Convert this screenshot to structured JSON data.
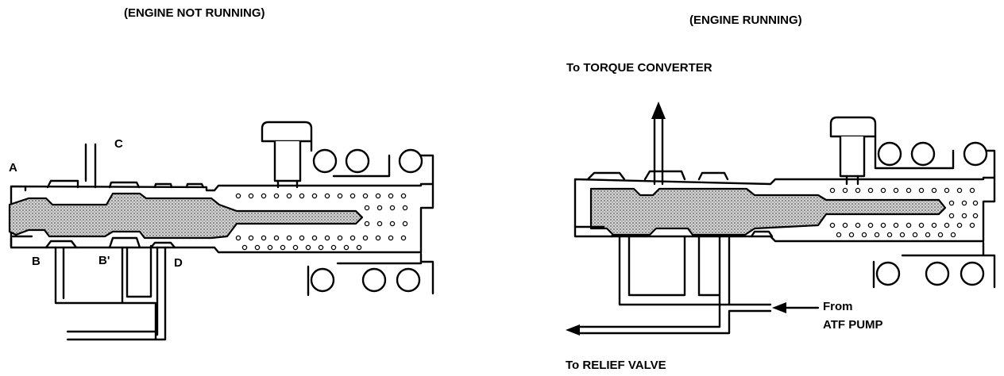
{
  "left": {
    "title": "(ENGINE NOT RUNNING)",
    "ports": {
      "a": "A",
      "b": "B",
      "b_prime": "B'",
      "c": "C",
      "d": "D"
    }
  },
  "right": {
    "title": "(ENGINE RUNNING)",
    "to_converter": "To TORQUE CONVERTER",
    "from_pump_line1": "From",
    "from_pump_line2": "ATF PUMP",
    "to_relief": "To RELIEF VALVE"
  },
  "colors": {
    "ink": "#000000",
    "stipple": "#9a9a9a",
    "paper": "#ffffff"
  }
}
